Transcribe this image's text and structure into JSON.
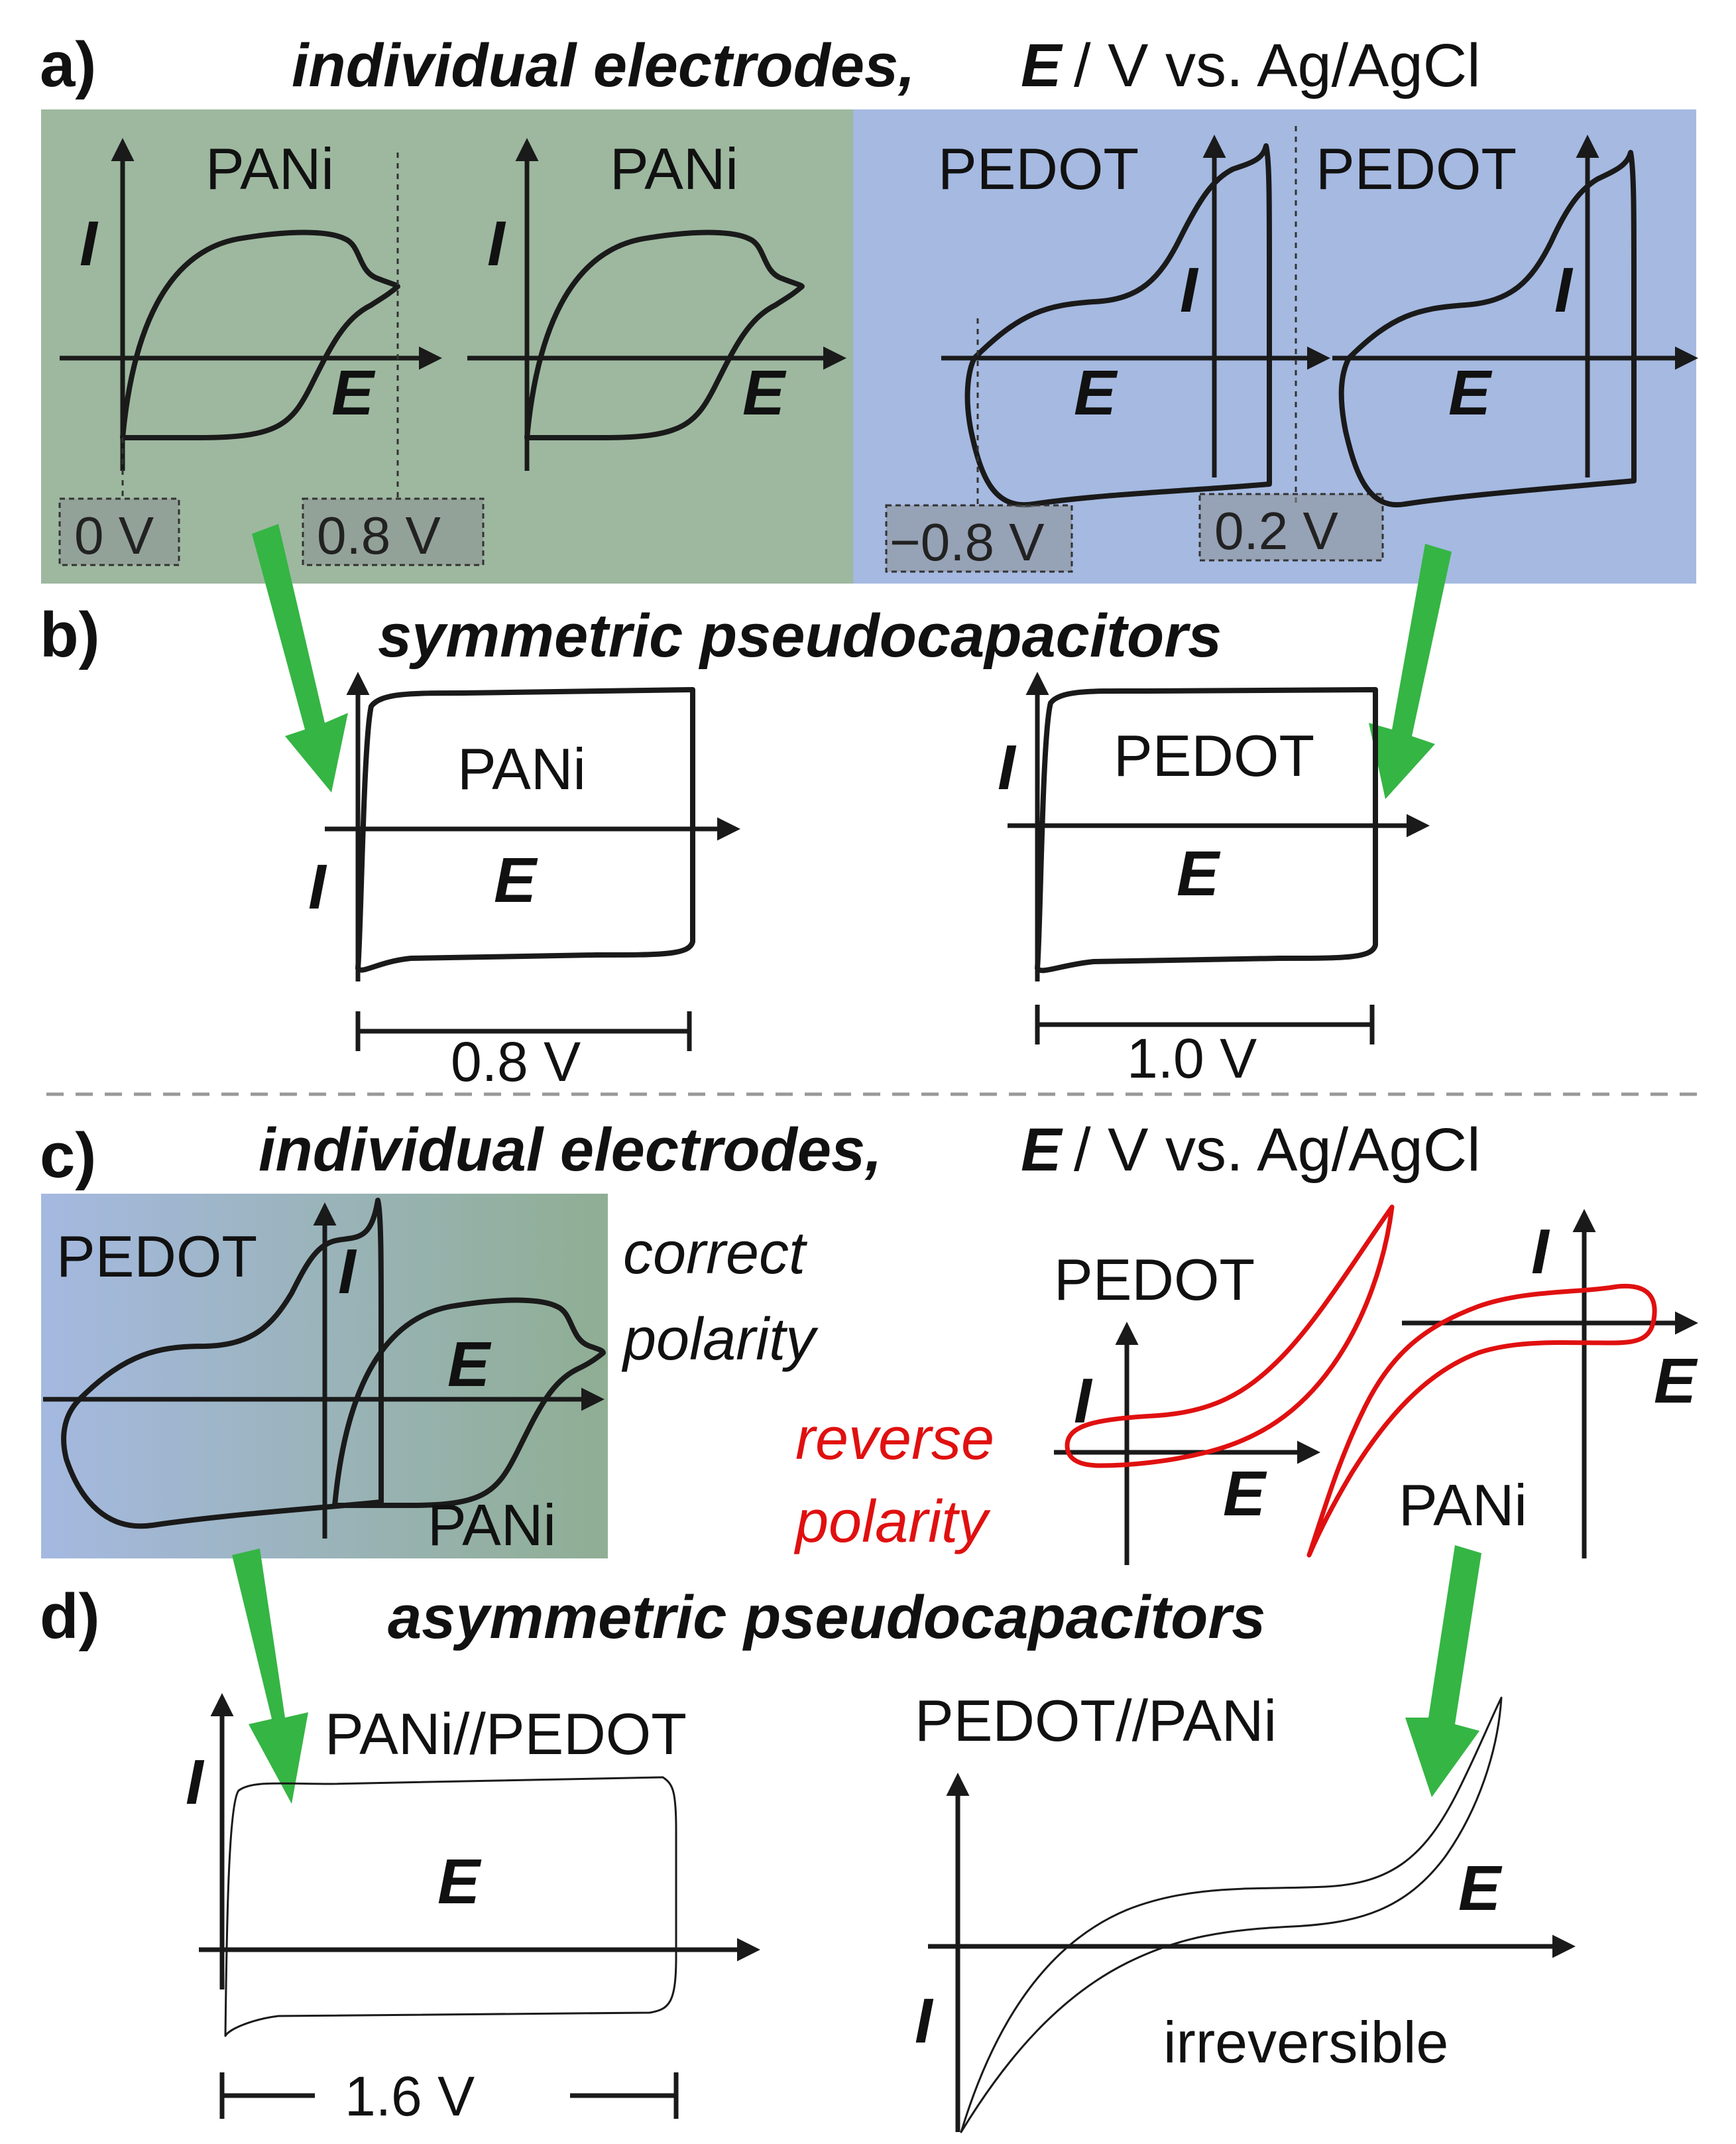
{
  "panels": {
    "a": {
      "letter": "a)",
      "title_italic": "individual electrodes,",
      "title_E": "E",
      "title_rest": "/ V vs. Ag/AgCl",
      "colors": {
        "pani_bg": "#9db89f",
        "pedot_bg": "#a5b9e1"
      },
      "plot1_name": "PANi",
      "plot2_name": "PANi",
      "plot3_name": "PEDOT",
      "plot4_name": "PEDOT",
      "axis_I": "I",
      "axis_E": "E",
      "volt_labels": [
        "0 V",
        "0.8 V",
        "−0.8 V",
        "0.2 V"
      ]
    },
    "b": {
      "letter": "b)",
      "title": "symmetric pseudocapacitors",
      "left_name": "PANi",
      "right_name": "PEDOT",
      "axis_I": "I",
      "axis_E": "E",
      "left_span": "0.8 V",
      "right_span": "1.0 V"
    },
    "c": {
      "letter": "c)",
      "title_italic": "individual electrodes,",
      "title_E": "E",
      "title_rest": "/ V vs. Ag/AgCl",
      "left_pedot": "PEDOT",
      "left_pani": "PANi",
      "correct": "correct",
      "polarity": "polarity",
      "reverse": "reverse",
      "polarity2": "polarity",
      "right_pedot": "PEDOT",
      "right_pani": "PANi",
      "axis_I": "I",
      "axis_E": "E",
      "colors": {
        "reverse": "#e01010"
      }
    },
    "d": {
      "letter": "d)",
      "title": "asymmetric pseudocapacitors",
      "left_name": "PANi//PEDOT",
      "right_name": "PEDOT//PANi",
      "left_span": "1.6 V",
      "irreversible": "irreversible",
      "axis_I": "I",
      "axis_E": "E"
    }
  },
  "arrow_color": "#35b544"
}
